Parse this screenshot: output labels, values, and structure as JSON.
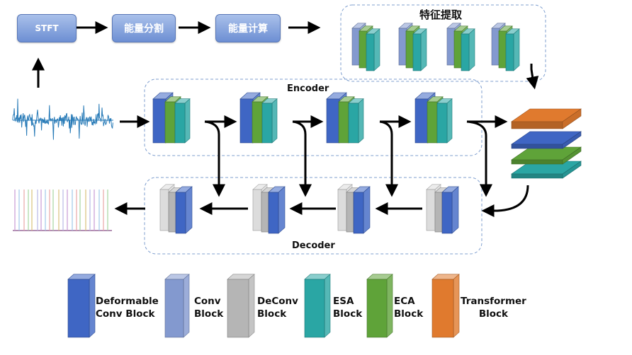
{
  "pipeline": {
    "stft": "STFT",
    "segmentation": "能量分割",
    "energy_calc": "能量计算",
    "feature_extraction": "特征提取"
  },
  "network": {
    "encoder_label": "Encoder",
    "decoder_label": "Decoder"
  },
  "legend": {
    "deformable": [
      "Deformable",
      "Conv Block"
    ],
    "conv": [
      "Conv",
      "Block"
    ],
    "deconv": [
      "DeConv",
      "Block"
    ],
    "esa": [
      "ESA",
      "Block"
    ],
    "eca": [
      "ECA",
      "Block"
    ],
    "transformer": [
      "Transformer",
      "Block"
    ]
  },
  "colors": {
    "deformable": "#3f66c4",
    "conv": "#8399cf",
    "deconv": "#b5b5b5",
    "esa": "#2aa6a4",
    "eca": "#5fa339",
    "transformer": "#e07a2e",
    "box_border": "#7f9fcf"
  }
}
